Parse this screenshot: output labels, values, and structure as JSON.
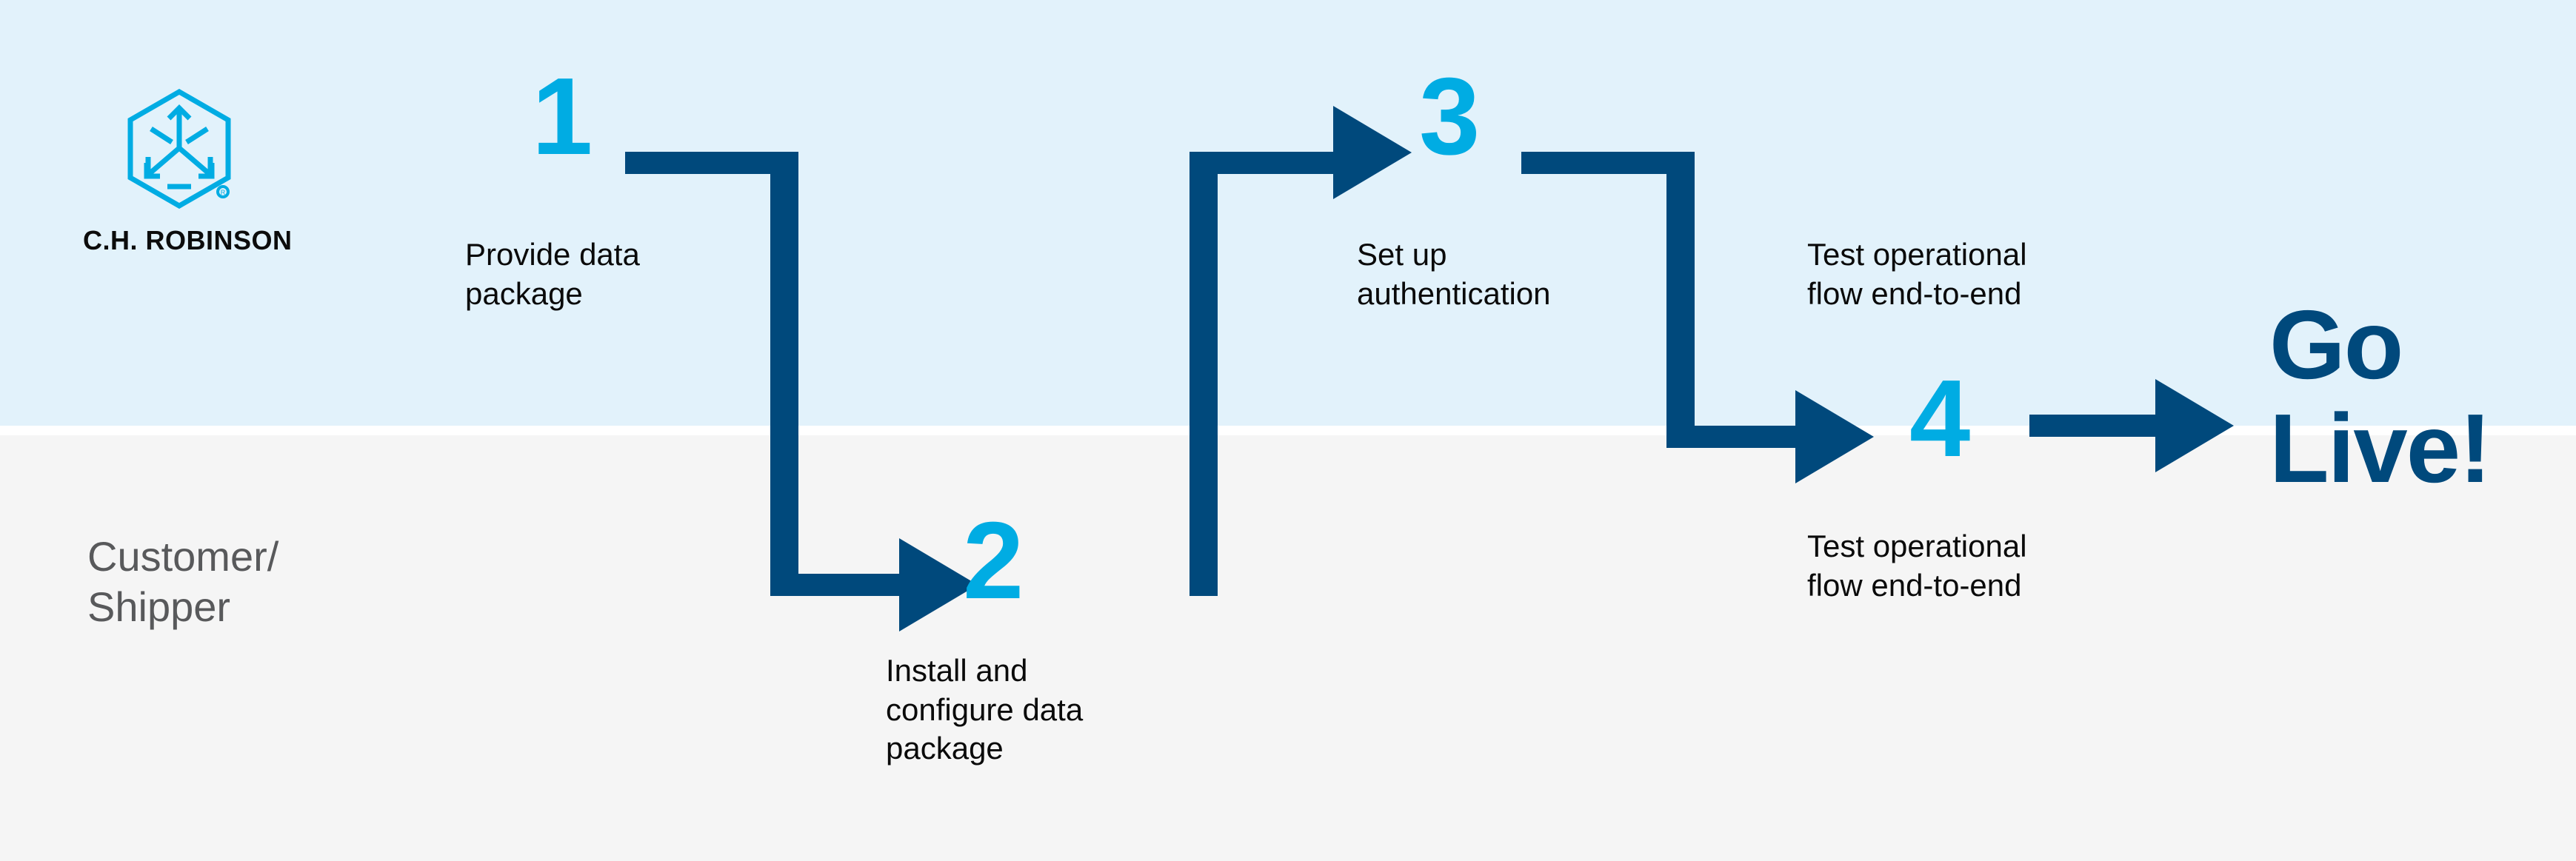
{
  "brand": {
    "name": "C.H. ROBINSON",
    "logo_icon": "ch-robinson-hexagon-cube-logo",
    "registered_mark": "®",
    "colors": {
      "cyan": "#00ace3",
      "navy": "#00497c",
      "band_top": "#e2f2fb",
      "band_bottom": "#f5f5f5",
      "lane_label_gray": "#58595b",
      "body_text": "#0a0a0a"
    }
  },
  "lane": {
    "label": "Customer/\nShipper",
    "label_line1": "Customer/",
    "label_line2": "Shipper"
  },
  "steps": [
    {
      "number": "1",
      "text": "Provide data\npackage",
      "line1": "Provide data",
      "line2": "package",
      "lane": "top"
    },
    {
      "number": "2",
      "text": "Install and\nconfigure data\npackage",
      "line1": "Install and",
      "line2": "configure data",
      "line3": "package",
      "lane": "bottom"
    },
    {
      "number": "3",
      "text": "Set up\nauthentication",
      "line1": "Set up",
      "line2": "authentication",
      "lane": "top"
    },
    {
      "number": "4",
      "text": "Test operational\nflow end-to-end",
      "line1": "Test operational",
      "line2": "flow end-to-end",
      "lane": "bottom"
    }
  ],
  "annotations": [
    {
      "id": "test-flow-top",
      "text": "Test operational\nflow end-to-end",
      "line1": "Test operational",
      "line2": "flow end-to-end"
    }
  ],
  "outcome": {
    "label": "Go Live!",
    "line1": "Go",
    "line2": "Live!"
  },
  "connectors": [
    {
      "id": "step1-to-step2",
      "from": "1",
      "to": "2",
      "shape": "right-down-right-arrow"
    },
    {
      "id": "step2-to-step3",
      "from": "2",
      "to": "3",
      "shape": "right-up-right-arrow"
    },
    {
      "id": "step3-to-step4",
      "from": "3",
      "to": "4",
      "shape": "right-down-right-arrow"
    },
    {
      "id": "step4-to-golive",
      "from": "4",
      "to": "Go Live!",
      "shape": "right-arrow"
    }
  ]
}
